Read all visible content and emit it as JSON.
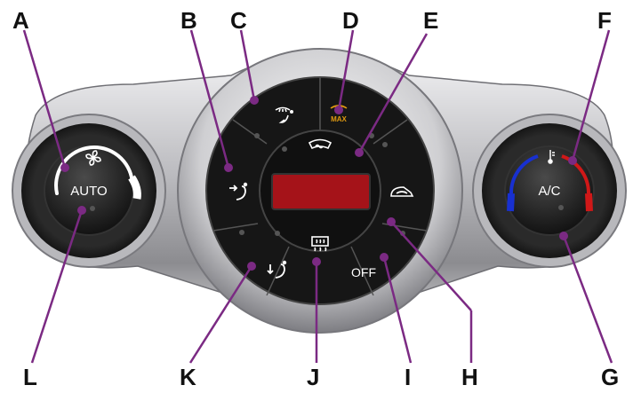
{
  "colors": {
    "callout_line": "#7b2a83",
    "callout_dot": "#7b2a83",
    "panel_dark": "#1a1a1a",
    "bezel_silver": "#c9c9cc",
    "display_red": "#c0141b",
    "heat_red": "#d01818",
    "cool_blue": "#1830d0",
    "max_amber": "#e09a10"
  },
  "callouts": {
    "A": "A",
    "B": "B",
    "C": "C",
    "D": "D",
    "E": "E",
    "F": "F",
    "G": "G",
    "H": "H",
    "I": "I",
    "J": "J",
    "K": "K",
    "L": "L"
  },
  "labels": {
    "auto": "AUTO",
    "ac": "A/C",
    "off": "OFF",
    "max": "MAX"
  },
  "icons": {
    "fan": "fan-icon",
    "windshield_defrost_max": "max-defrost-icon",
    "windshield_floor": "defrost-floor-icon",
    "windshield_defrost": "windshield-defrost-icon",
    "panel_vent": "panel-vent-icon",
    "floor_vent": "floor-vent-icon",
    "rear_defrost": "rear-defrost-icon",
    "recirculation": "recirculation-icon",
    "thermometer": "thermometer-icon"
  }
}
